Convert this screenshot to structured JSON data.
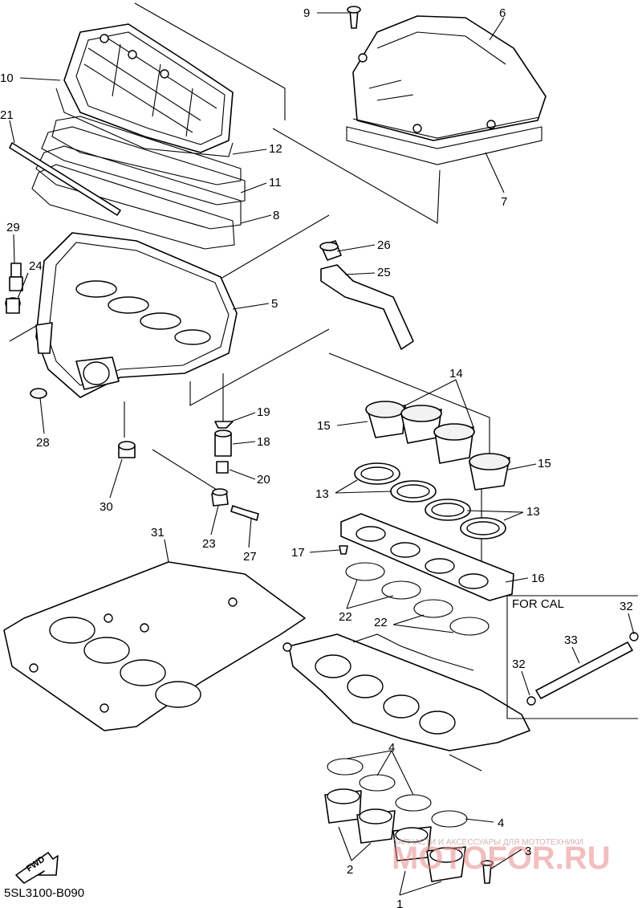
{
  "diagram": {
    "code": "5SL3100-B090",
    "for_cal_label": "FOR CAL",
    "fwd_label": "FWD",
    "watermark": "MOTOFOR.RU",
    "watermark_sub": "ЗАПЧАСТИ И АКСЕССУАРЫ ДЛЯ МОТОТЕХНИКИ",
    "callouts": {
      "c1": "1",
      "c2": "2",
      "c3": "3",
      "c4a": "4",
      "c4b": "4",
      "c5": "5",
      "c6": "6",
      "c7": "7",
      "c8": "8",
      "c9": "9",
      "c10": "10",
      "c11": "11",
      "c12": "12",
      "c13a": "13",
      "c13b": "13",
      "c14": "14",
      "c15a": "15",
      "c15b": "15",
      "c16": "16",
      "c17": "17",
      "c18": "18",
      "c19": "19",
      "c20": "20",
      "c21": "21",
      "c22a": "22",
      "c22b": "22",
      "c23": "23",
      "c24": "24",
      "c25": "25",
      "c26": "26",
      "c27": "27",
      "c28": "28",
      "c29": "29",
      "c30": "30",
      "c31": "31",
      "c32a": "32",
      "c32b": "32",
      "c33": "33"
    }
  }
}
